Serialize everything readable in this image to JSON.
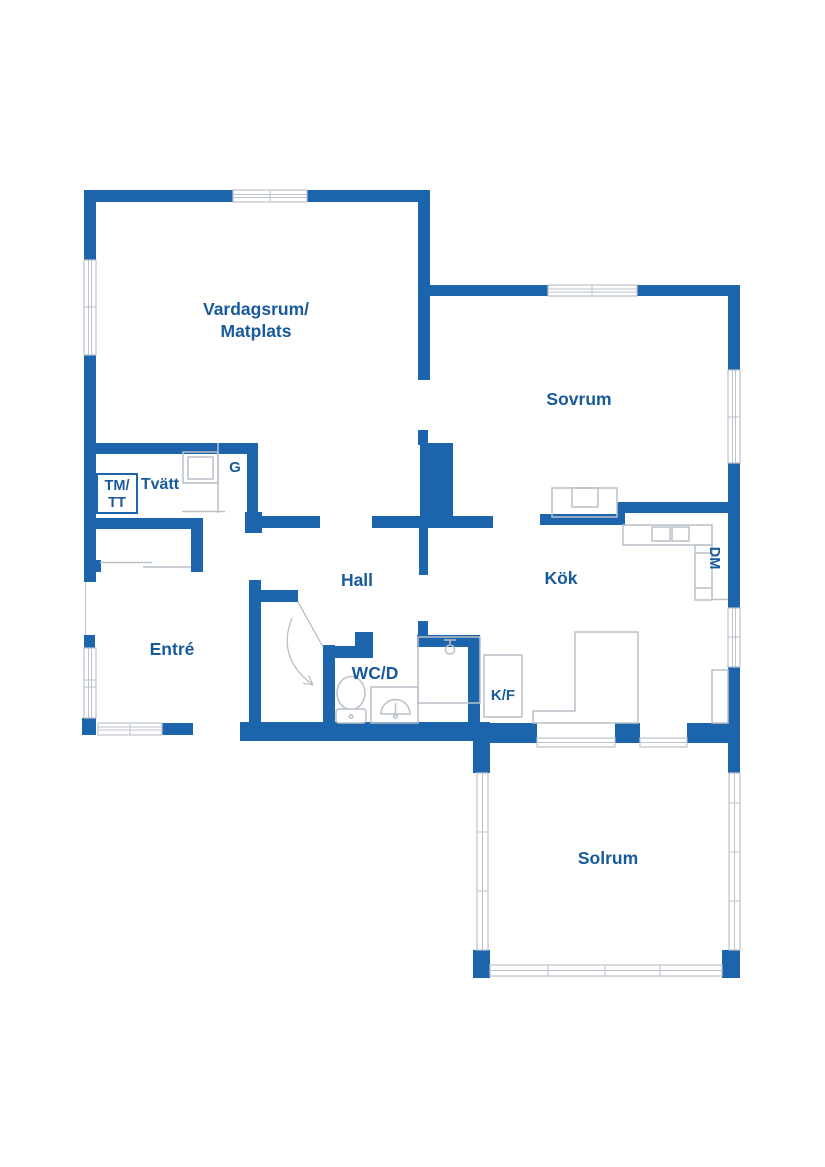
{
  "plan": {
    "type": "floor-plan",
    "language": "Swedish",
    "colors": {
      "wall": "#1c64ac",
      "label": "#185a9c",
      "fixture": "#b9c1c8",
      "background": "#ffffff"
    },
    "rooms": {
      "living": {
        "line1": "Vardagsrum/",
        "line2": "Matplats"
      },
      "bedroom": {
        "label": "Sovrum"
      },
      "laundry": {
        "label": "Tvätt"
      },
      "wardrobe": {
        "label": "G"
      },
      "hall": {
        "label": "Hall"
      },
      "kitchen": {
        "label": "Kök"
      },
      "entry": {
        "label": "Entré"
      },
      "bathroom": {
        "label": "WC/D"
      },
      "sunroom": {
        "label": "Solrum"
      }
    },
    "appliances": {
      "washer_dryer": {
        "line1": "TM/",
        "line2": "TT"
      },
      "dishwasher": {
        "label": "DM"
      },
      "fridge_freezer": {
        "label": "K/F"
      }
    }
  }
}
